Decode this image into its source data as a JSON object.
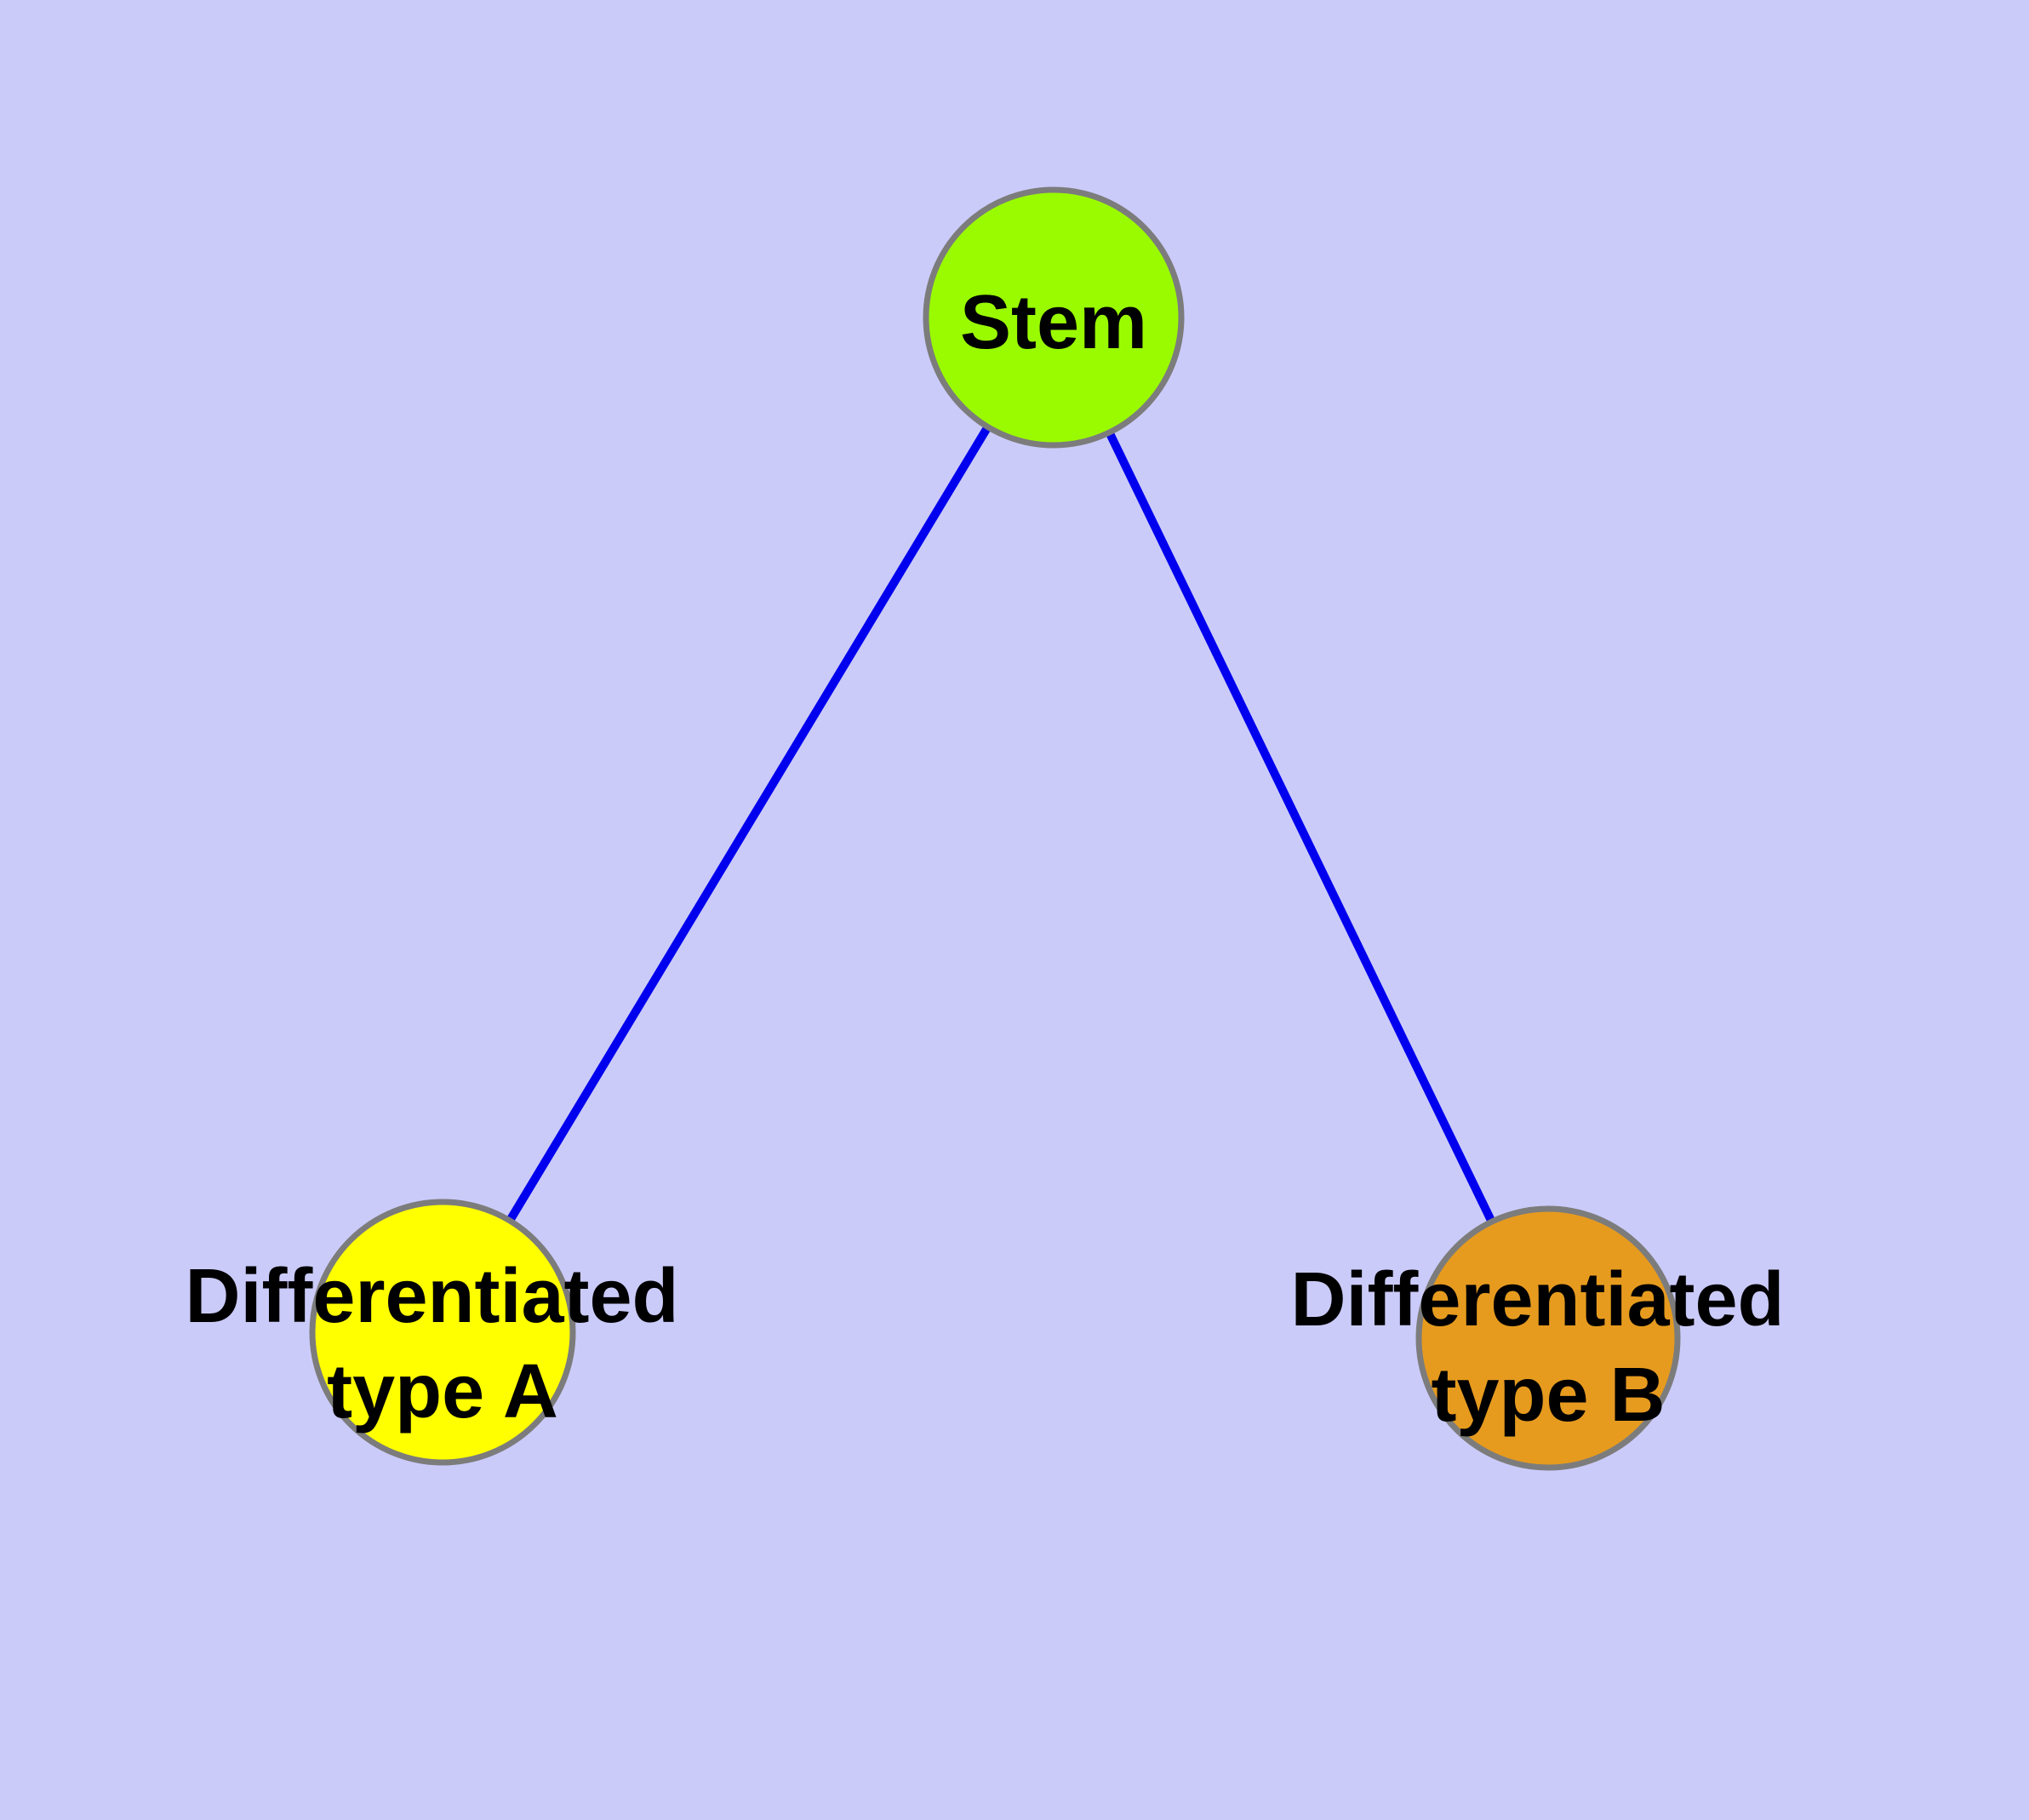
{
  "colors": {
    "background": "#CBCBFA",
    "node_border": "#7C7C7C",
    "edge": "#0000EE",
    "label_text": "#000000"
  },
  "diagram": {
    "type": "node-edge-graph",
    "nodes": [
      {
        "id": "stem",
        "label": "Stem",
        "label_lines": [
          "Stem"
        ],
        "fill": "#9AFB01"
      },
      {
        "id": "type-a",
        "label": "Differentiated type A",
        "label_lines": [
          "Differentiated",
          "type A"
        ],
        "fill": "#FFFF00"
      },
      {
        "id": "type-b",
        "label": "Differentiated type B",
        "label_lines": [
          "Differentiated",
          "type B"
        ],
        "fill": "#E69B1F"
      }
    ],
    "edges": [
      {
        "from": "Stem",
        "to": "Differentiated type A"
      },
      {
        "from": "Stem",
        "to": "Differentiated type B"
      }
    ]
  }
}
